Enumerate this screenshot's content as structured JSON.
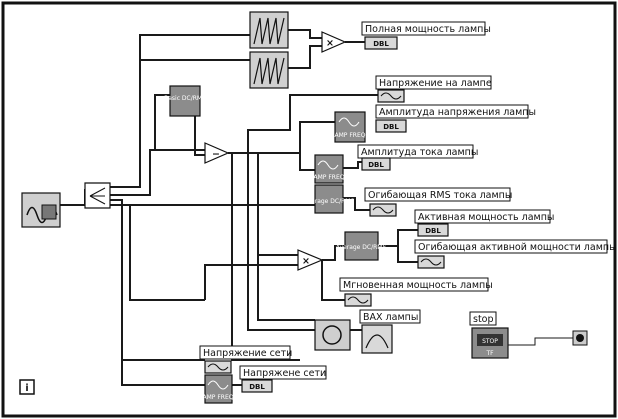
{
  "labels": {
    "full_power": "Полная мощность лампы",
    "lamp_voltage": "Напряжение на лампе",
    "lamp_voltage_amplitude": "Амплитуда напряжения лампы",
    "lamp_current_amplitude": "Амплитуда тока лампы",
    "lamp_current_rms_envelope": "Огибающая RMS тока лампы",
    "active_power": "Активная мощность лампы",
    "active_power_envelope": "Огибающая активной мощности лампы",
    "instant_power": "Мгновенная мощность лампы",
    "vac": "ВАХ лампы",
    "stop": "stop",
    "mains_voltage": "Напряжение сети",
    "mains_voltage2": "Напряжене сети"
  },
  "indicator": {
    "dbl": "DBL",
    "stop_button": "STOP",
    "tf": "TF"
  },
  "vis": {
    "basic_dc_rms": "Basic DC/RMS",
    "average_dc_rms": "Average DC/RMS",
    "amp_freq": "AMP FREQ"
  },
  "info_icon": "i"
}
